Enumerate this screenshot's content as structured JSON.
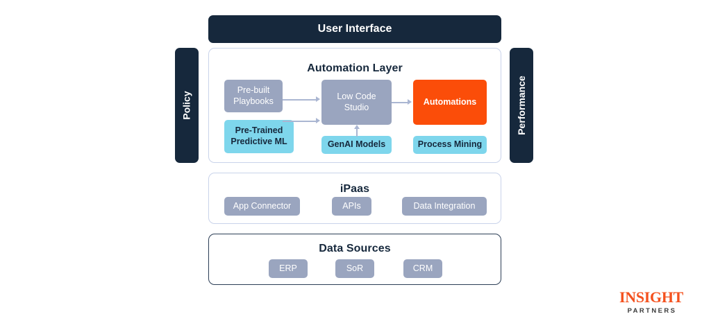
{
  "diagram": {
    "title_bar": {
      "label": "User Interface"
    },
    "sidebars": [
      {
        "key": "policy",
        "label": "Policy"
      },
      {
        "key": "performance",
        "label": "Performance"
      }
    ],
    "layers": [
      {
        "key": "automation",
        "title": "Automation Layer",
        "nodes": [
          {
            "key": "pre-built-playbooks",
            "label": "Pre-built Playbooks",
            "style": "slate"
          },
          {
            "key": "pre-trained-predictive-ml",
            "label": "Pre-Trained Predictive ML",
            "style": "cyan"
          },
          {
            "key": "low-code-studio",
            "label": "Low Code Studio",
            "style": "slate"
          },
          {
            "key": "genai-models",
            "label": "GenAI Models",
            "style": "cyan"
          },
          {
            "key": "automations",
            "label": "Automations",
            "style": "orange"
          },
          {
            "key": "process-mining",
            "label": "Process Mining",
            "style": "cyan"
          }
        ]
      },
      {
        "key": "ipaas",
        "title": "iPaas",
        "nodes": [
          {
            "key": "app-connector",
            "label": "App Connector",
            "style": "slate"
          },
          {
            "key": "apis",
            "label": "APIs",
            "style": "slate"
          },
          {
            "key": "data-integration",
            "label": "Data Integration",
            "style": "slate"
          }
        ]
      },
      {
        "key": "data-sources",
        "title": "Data Sources",
        "nodes": [
          {
            "key": "erp",
            "label": "ERP",
            "style": "slate"
          },
          {
            "key": "sor",
            "label": "SoR",
            "style": "slate"
          },
          {
            "key": "crm",
            "label": "CRM",
            "style": "slate"
          }
        ]
      }
    ],
    "connections": [
      {
        "key": "playbooks-to-studio",
        "from": "pre-built-playbooks",
        "to": "low-code-studio"
      },
      {
        "key": "ml-to-studio",
        "from": "pre-trained-predictive-ml",
        "to": "low-code-studio"
      },
      {
        "key": "genai-to-studio",
        "from": "genai-models",
        "to": "low-code-studio"
      },
      {
        "key": "studio-to-automations",
        "from": "low-code-studio",
        "to": "automations"
      }
    ],
    "colors": {
      "navy": "#16283c",
      "slate": "#9aa5bf",
      "cyan": "#7ed6ec",
      "orange": "#fb4d09",
      "border_light": "#c9d3ea",
      "border_strong": "#2b3d55",
      "connector": "#aab6d2"
    }
  },
  "logo": {
    "mark": "INSIGHT",
    "sub": "PARTNERS"
  }
}
